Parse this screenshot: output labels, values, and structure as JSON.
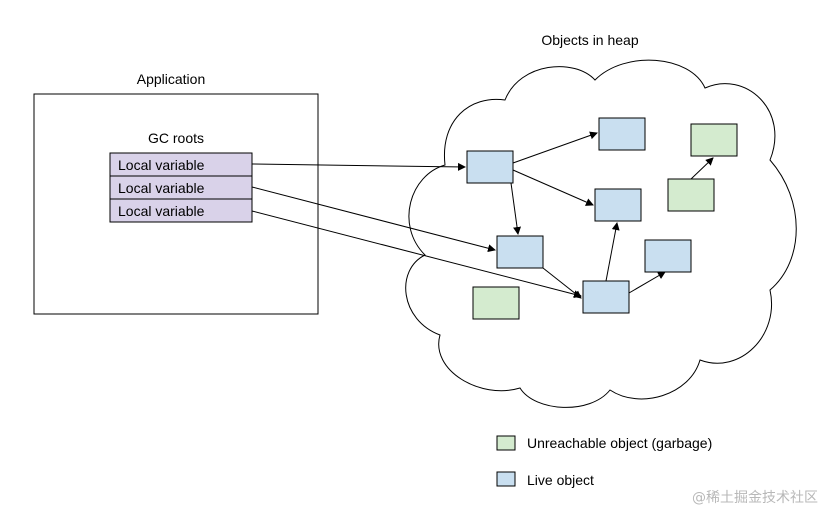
{
  "heap_title": "Objects in heap",
  "app_title": "Application",
  "gc_roots_label": "GC roots",
  "root_vars": [
    "Local variable",
    "Local variable",
    "Local variable"
  ],
  "legend": {
    "unreachable": "Unreachable object (garbage)",
    "live": "Live object"
  },
  "watermark": "@稀土掘金技术社区",
  "colors": {
    "live_fill": "#c9dff0",
    "garbage_fill": "#d4ebcf",
    "root_fill": "#d9d2e9",
    "stroke": "#000000"
  }
}
